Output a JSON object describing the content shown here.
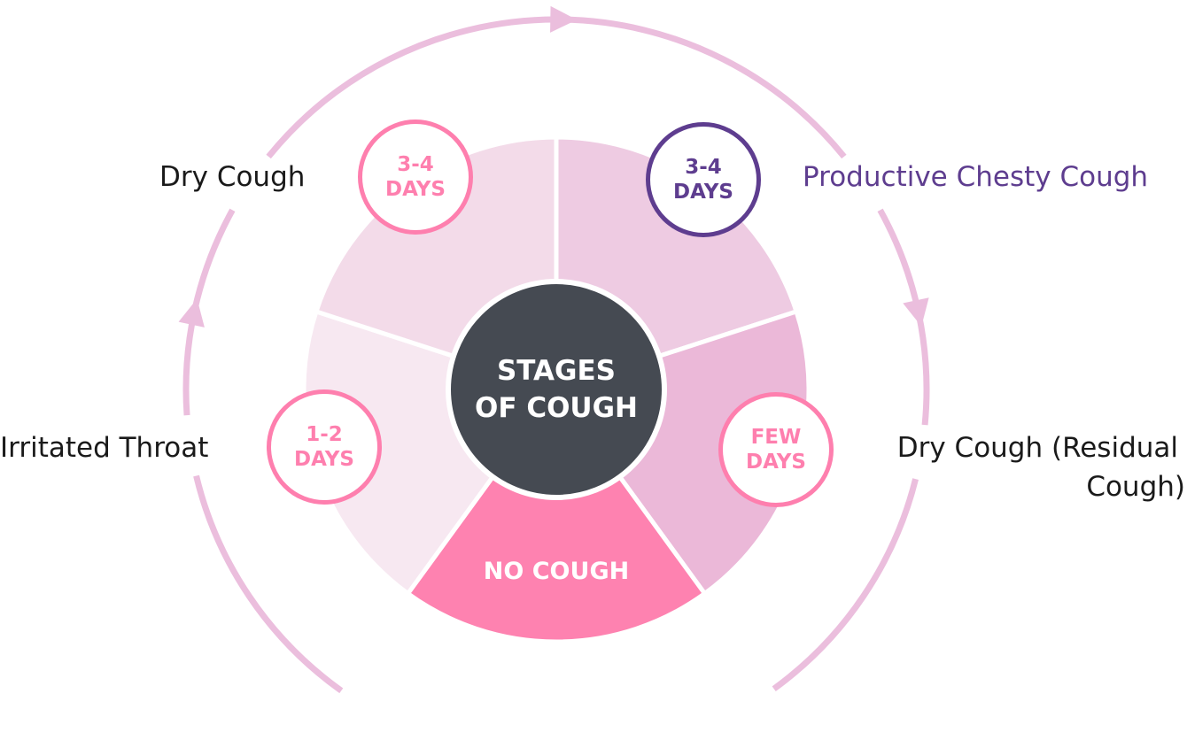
{
  "title": {
    "line1": "STAGES",
    "line2": "OF COUGH"
  },
  "stages": [
    {
      "label": "Irritated Throat",
      "duration_line1": "1-2",
      "duration_line2": "DAYS"
    },
    {
      "label": "Dry Cough",
      "duration_line1": "3-4",
      "duration_line2": "DAYS"
    },
    {
      "label": "Productive Chesty Cough",
      "duration_line1": "3-4",
      "duration_line2": "DAYS"
    },
    {
      "label_line1": "Dry Cough (Residual",
      "label_line2": "Cough)",
      "duration_line1": "FEW",
      "duration_line2": "DAYS"
    },
    {
      "label": "NO COUGH"
    }
  ],
  "colors": {
    "pink": "#fe7fae",
    "purple": "#5e3d8f",
    "dark": "#454a52",
    "arc": "#ebbedd",
    "segments": [
      "#eecbe2",
      "#ebb8d8",
      "#fe82b0",
      "#f7e8f1",
      "#f3dbe9"
    ]
  }
}
